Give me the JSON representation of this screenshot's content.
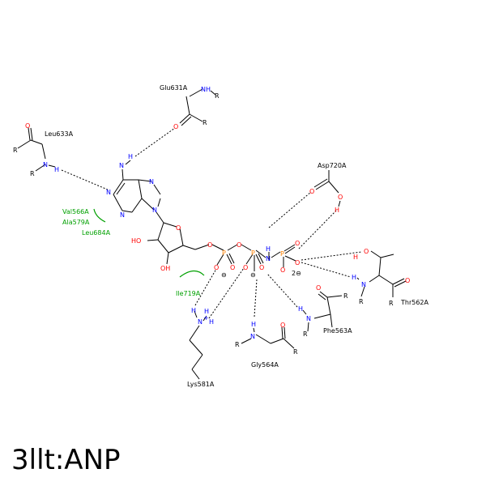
{
  "caption": "3llt:ANP",
  "residues": {
    "glu631": "Glu631A",
    "leu633": "Leu633A",
    "asp720": "Asp720A",
    "val566": "Val566A",
    "ala579": "Ala579A",
    "leu684": "Leu684A",
    "ile719": "Ile719A",
    "thr562": "Thr562A",
    "phe563": "Phe563A",
    "gly564": "Gly564A",
    "lys581": "Lys581A"
  },
  "atoms": {
    "O": "O",
    "N": "N",
    "H": "H",
    "P": "P",
    "R": "R",
    "HO": "HO",
    "OH": "OH",
    "NH": "NH",
    "Nplus": "N",
    "plus": "+",
    "minus": "⊖",
    "two_minus": "2⊖"
  },
  "colors": {
    "oxygen": "#ff0000",
    "nitrogen": "#0000ff",
    "phosphorus": "#ff8000",
    "hydrophobic": "#00a000",
    "bond": "#000000"
  }
}
